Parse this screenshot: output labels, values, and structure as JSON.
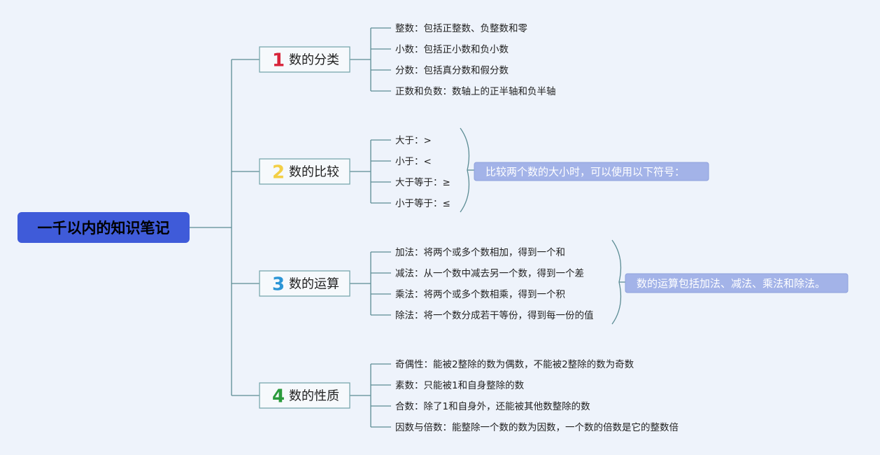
{
  "root": {
    "title": "一千以内的知识笔记",
    "color": "#3f5bd9"
  },
  "colors": {
    "connector": "#5b8c94",
    "branch_border": "#7aa8ad",
    "summary_fill": "#a3b3e8",
    "summary_border": "#8ea0dc"
  },
  "branches": [
    {
      "number": "1",
      "number_color": "#d8243a",
      "label": "数的分类",
      "items": [
        "整数：包括正整数、负整数和零",
        "小数：包括正小数和负小数",
        "分数：包括真分数和假分数",
        "正数和负数：数轴上的正半轴和负半轴"
      ]
    },
    {
      "number": "2",
      "number_color": "#f3cf45",
      "label": "数的比较",
      "items": [
        "大于：>",
        "小于：<",
        "大于等于：≥",
        "小于等于：≤"
      ],
      "summary": "比较两个数的大小时，可以使用以下符号："
    },
    {
      "number": "3",
      "number_color": "#2b95d6",
      "label": "数的运算",
      "items": [
        "加法：将两个或多个数相加，得到一个和",
        "减法：从一个数中减去另一个数，得到一个差",
        "乘法：将两个或多个数相乘，得到一个积",
        "除法：将一个数分成若干等份，得到每一份的值"
      ],
      "summary": "数的运算包括加法、减法、乘法和除法。"
    },
    {
      "number": "4",
      "number_color": "#2a9a3c",
      "label": "数的性质",
      "items": [
        "奇偶性：能被2整除的数为偶数，不能被2整除的数为奇数",
        "素数：只能被1和自身整除的数",
        "合数：除了1和自身外，还能被其他数整除的数",
        "因数与倍数：能整除一个数的数为因数，一个数的倍数是它的整数倍"
      ]
    }
  ]
}
